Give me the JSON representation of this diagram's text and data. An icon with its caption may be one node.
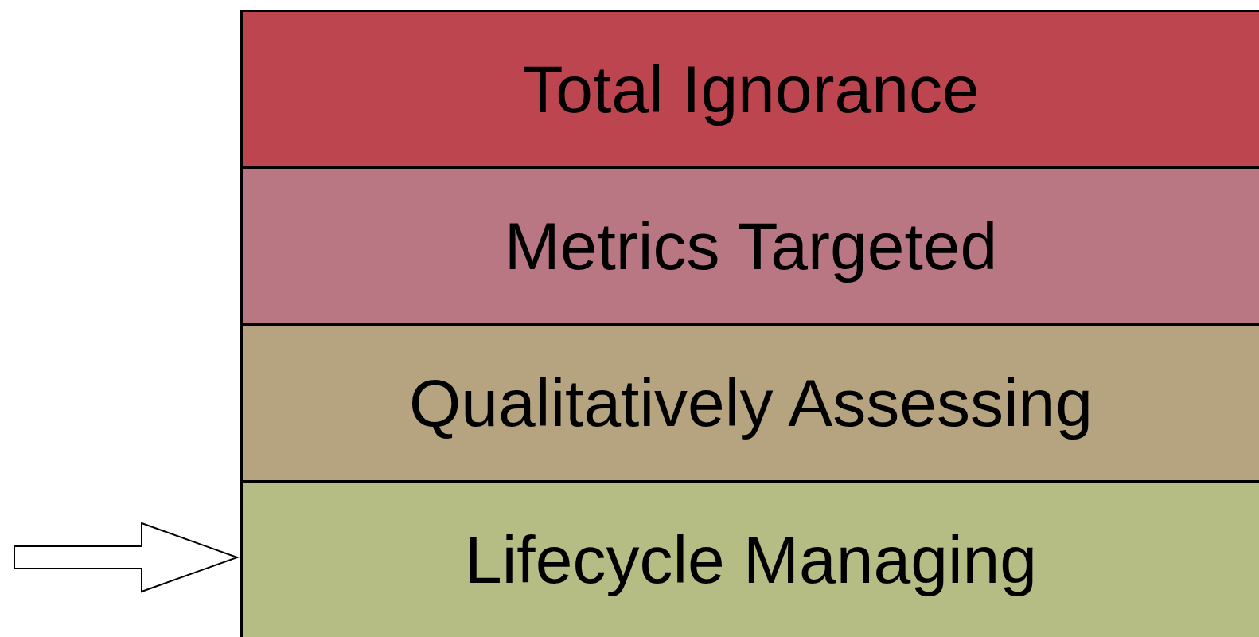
{
  "diagram": {
    "nodes": [
      {
        "text": [
          "Total Ignorance"
        ]
      },
      {
        "text": [
          "Metrics Targeted"
        ]
      },
      {
        "text": [
          "Qualitatively Assessing"
        ]
      },
      {
        "text": [
          "Lifecycle Managing"
        ]
      }
    ],
    "edges": [
      {
        "from": null,
        "to": 3,
        "arrow": "to"
      }
    ]
  }
}
